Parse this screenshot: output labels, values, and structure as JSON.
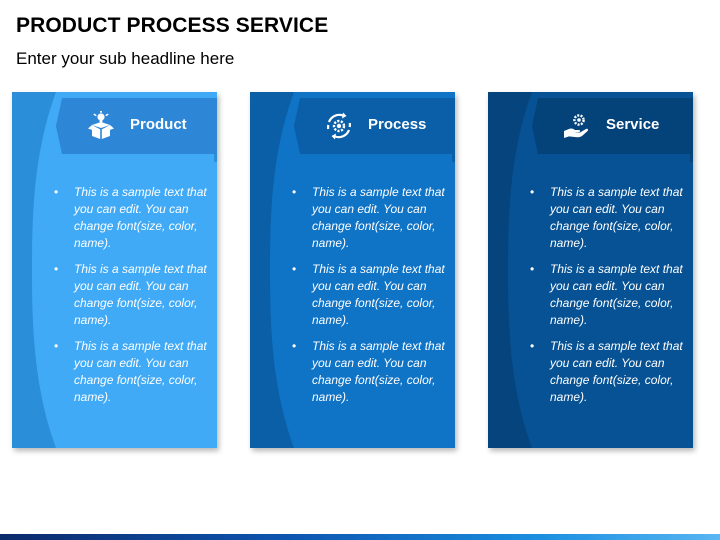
{
  "page": {
    "title": "PRODUCT PROCESS SERVICE",
    "subtitle": "Enter your sub headline here"
  },
  "cards": [
    {
      "label": "Product",
      "icon": "box-lightbulb-icon",
      "card_color": "#41aaf7",
      "curve_color": "#2b8ed8",
      "banner_color": "#2e86d6",
      "bullets": [
        "This is a sample text that you can edit. You can change font(size, color, name).",
        "This is a sample text that you can edit. You can change font(size, color, name).",
        "This is a sample text that you can edit. You can change font(size, color, name)."
      ]
    },
    {
      "label": "Process",
      "icon": "cycle-gear-icon",
      "card_color": "#0f73c6",
      "curve_color": "#0a5fa7",
      "banner_color": "#0b5fa8",
      "bullets": [
        "This is a sample text that you can edit. You can change font(size, color, name).",
        "This is a sample text that you can edit. You can change font(size, color, name).",
        "This is a sample text that you can edit. You can change font(size, color, name)."
      ]
    },
    {
      "label": "Service",
      "icon": "hand-gear-icon",
      "card_color": "#075294",
      "curve_color": "#05447c",
      "banner_color": "#04427a",
      "bullets": [
        "This is a sample text that you can edit. You can change font(size, color, name).",
        "This is a sample text that you can edit. You can change font(size, color, name).",
        "This is a sample text that you can edit. You can change font(size, color, name)."
      ]
    }
  ]
}
